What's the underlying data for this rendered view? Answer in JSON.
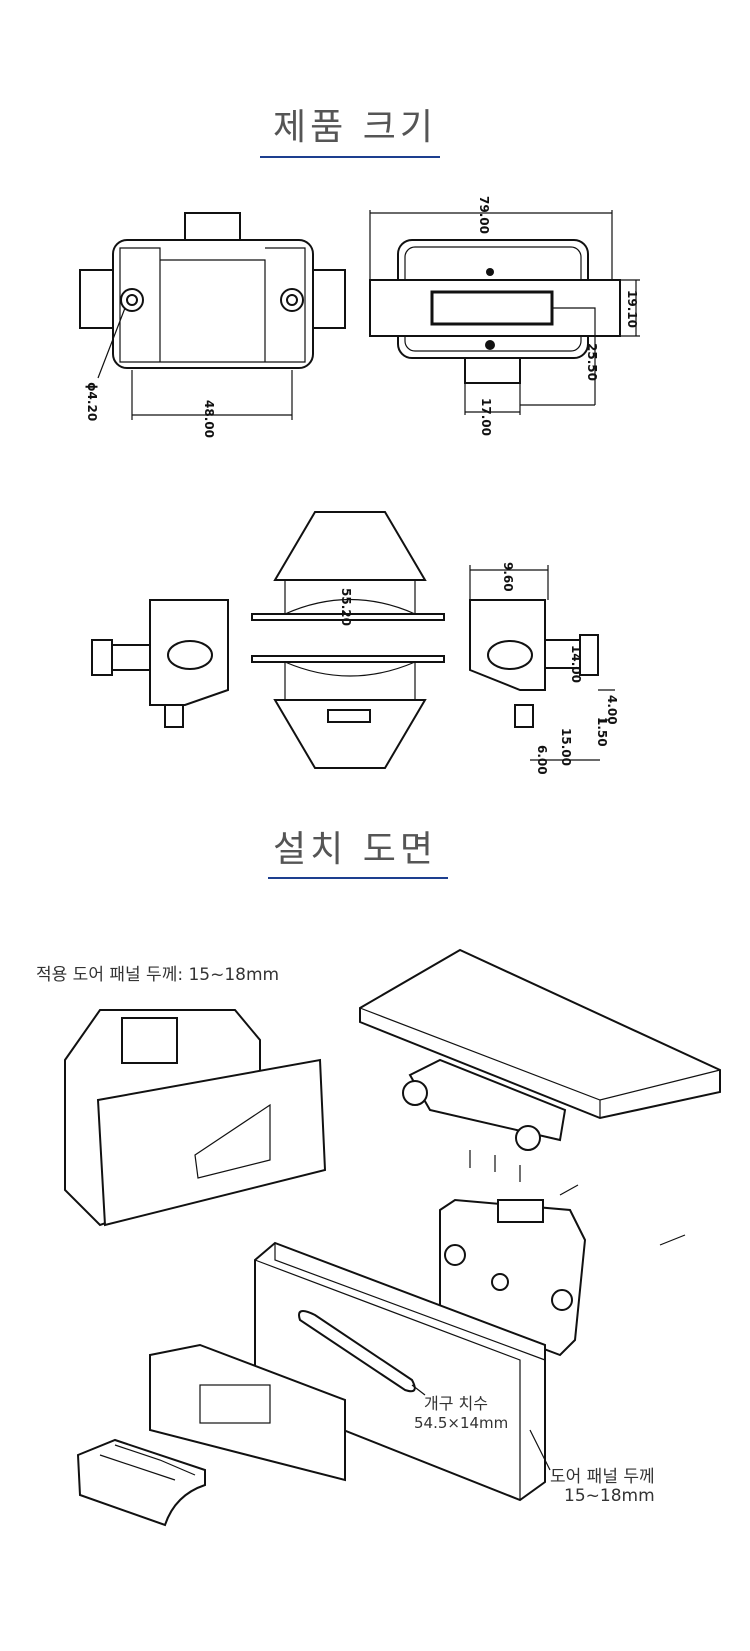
{
  "sections": {
    "size_title": "제품 크기",
    "install_title": "설치 도면"
  },
  "dimensions": {
    "width": "79.00",
    "height": "19.10",
    "opening_offset": "25.50",
    "tongue": "17.00",
    "hole": "ϕ4.20",
    "hole_spacing": "48.00",
    "body": "55.20",
    "depth": "9.60",
    "knob": "14.00",
    "d4": "4.00",
    "d15": "1.50",
    "d15b": "15.00",
    "d6": "6.00"
  },
  "install": {
    "panel_note": "적용 도어 패널 두께: 15~18mm",
    "opening_label": "개구 치수",
    "opening_size": "54.5×14mm",
    "thickness_label": "도어 패널 두께",
    "thickness_value": "15~18mm"
  },
  "colors": {
    "accent": "#1d3f8f",
    "title": "#555555"
  }
}
